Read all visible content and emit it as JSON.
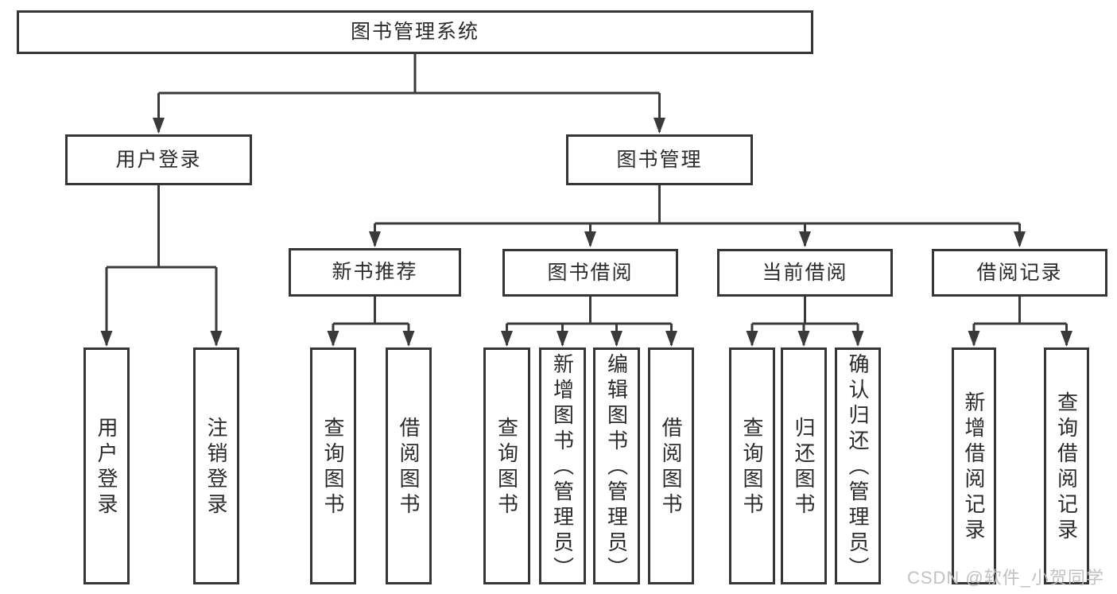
{
  "watermark": "CSDN @软件_小贺同学",
  "colors": {
    "line": "#3a3a3a",
    "box_border": "#363636",
    "text": "#2b2b2b",
    "background": "#ffffff",
    "watermark": "#bebebe"
  },
  "tree": {
    "label": "图书管理系统",
    "children": [
      {
        "label": "用户登录",
        "children": [
          {
            "label": "用户登录"
          },
          {
            "label": "注销登录"
          }
        ]
      },
      {
        "label": "图书管理",
        "children": [
          {
            "label": "新书推荐",
            "children": [
              {
                "label": "查询图书"
              },
              {
                "label": "借阅图书"
              }
            ]
          },
          {
            "label": "图书借阅",
            "children": [
              {
                "label": "查询图书"
              },
              {
                "label": "新增图书（管理员）"
              },
              {
                "label": "编辑图书（管理员）"
              },
              {
                "label": "借阅图书"
              }
            ]
          },
          {
            "label": "当前借阅",
            "children": [
              {
                "label": "查询图书"
              },
              {
                "label": "归还图书"
              },
              {
                "label": "确认归还（管理员）"
              }
            ]
          },
          {
            "label": "借阅记录",
            "children": [
              {
                "label": "新增借阅记录"
              },
              {
                "label": "查询借阅记录"
              }
            ]
          }
        ]
      }
    ]
  }
}
